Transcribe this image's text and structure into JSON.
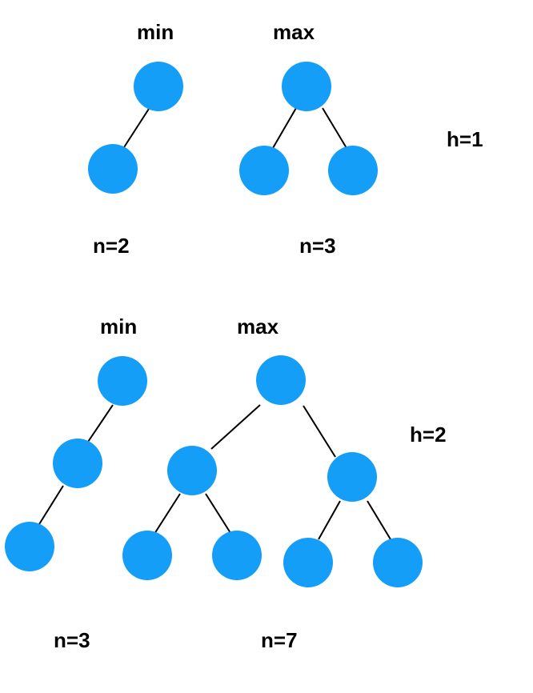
{
  "style": {
    "node_color": "#149ef8",
    "edge_color": "#000000"
  },
  "sections": [
    {
      "height_label": "h=1",
      "trees": [
        {
          "kind_label": "min",
          "count_label": "n=2"
        },
        {
          "kind_label": "max",
          "count_label": "n=3"
        }
      ]
    },
    {
      "height_label": "h=2",
      "trees": [
        {
          "kind_label": "min",
          "count_label": "n=3"
        },
        {
          "kind_label": "max",
          "count_label": "n=7"
        }
      ]
    }
  ]
}
